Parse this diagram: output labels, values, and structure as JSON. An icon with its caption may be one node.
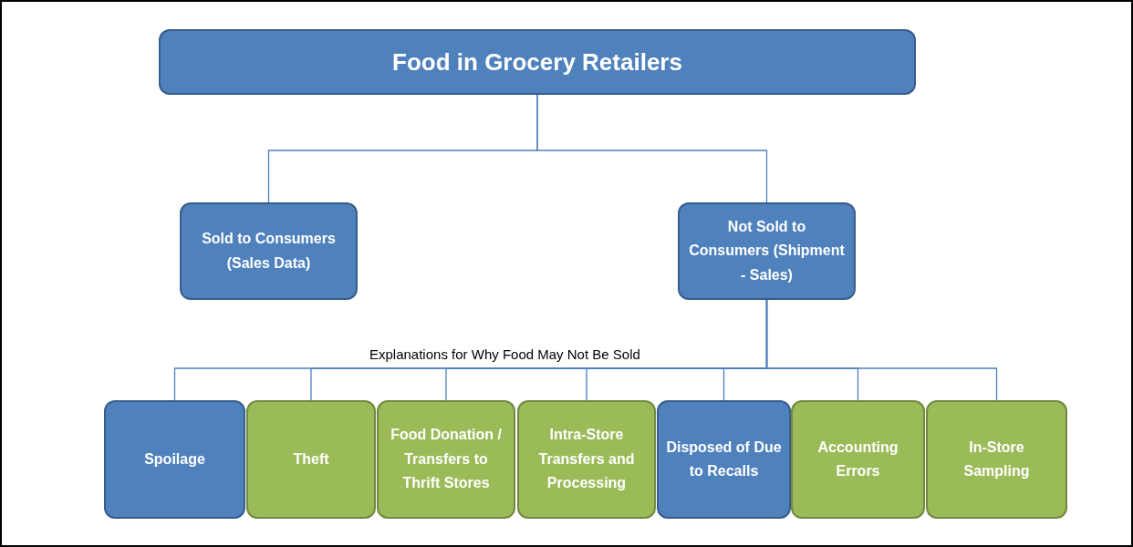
{
  "diagram": {
    "nodes": [
      {
        "text": [
          "Food in Grocery Retailers"
        ]
      },
      {
        "text": [
          "Sold to Consumers (Sales Data)"
        ]
      },
      {
        "text": [
          "Not Sold to Consumers (Shipment - Sales)"
        ]
      },
      {
        "text": [
          "Spoilage"
        ]
      },
      {
        "text": [
          "Theft"
        ]
      },
      {
        "text": [
          "Food Donation / Transfers to Thrift Stores"
        ]
      },
      {
        "text": [
          "Intra-Store Transfers and Processing"
        ]
      },
      {
        "text": [
          "Disposed of Due to Recalls"
        ]
      },
      {
        "text": [
          "Accounting Errors"
        ]
      },
      {
        "text": [
          "In-Store Sampling"
        ]
      }
    ],
    "edges": [
      {
        "from": 0,
        "to": 1,
        "arrow": "none"
      },
      {
        "from": 0,
        "to": 2,
        "arrow": "none"
      },
      {
        "from": 2,
        "to": 3,
        "arrow": "none"
      },
      {
        "from": 2,
        "to": 4,
        "arrow": "none"
      },
      {
        "from": 2,
        "to": 5,
        "arrow": "none"
      },
      {
        "from": 2,
        "to": 6,
        "arrow": "none"
      },
      {
        "from": 2,
        "to": 7,
        "arrow": "none"
      },
      {
        "from": 2,
        "to": 8,
        "arrow": "none"
      },
      {
        "from": 2,
        "to": 9,
        "arrow": "none"
      }
    ],
    "labels": [
      "Explanations for Why Food May Not Be Sold"
    ]
  }
}
